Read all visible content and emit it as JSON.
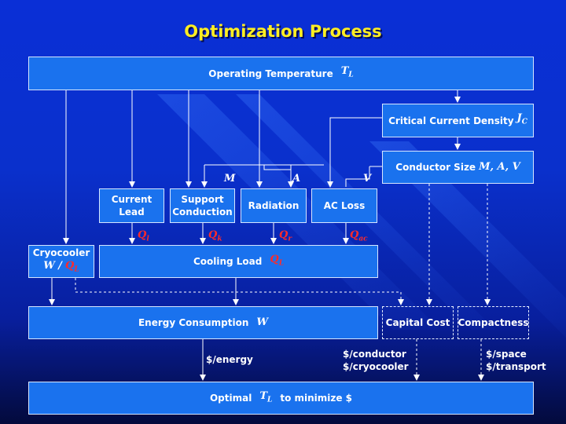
{
  "title": "Optimization Process",
  "boxes": {
    "operating_temperature": {
      "label": "Operating Temperature",
      "symbol": "T",
      "sub": "L"
    },
    "critical_current_density": {
      "label": "Critical Current Density",
      "symbol": "J",
      "sub": "C"
    },
    "conductor_size": {
      "label": "Conductor Size",
      "symbol": "M, A, V"
    },
    "current_lead": {
      "line1": "Current",
      "line2": "Lead"
    },
    "support_conduction": {
      "line1": "Support",
      "line2": "Conduction"
    },
    "radiation": {
      "label": "Radiation"
    },
    "ac_loss": {
      "label": "AC Loss"
    },
    "cryocooler": {
      "line1": "Cryocooler",
      "sym1": "W",
      "slash": "/",
      "sym2": "Q",
      "sym2_sub": "L"
    },
    "cooling_load": {
      "label": "Cooling Load",
      "symbol": "Q",
      "sub": "L"
    },
    "energy_consumption": {
      "label": "Energy Consumption",
      "symbol": "W"
    },
    "capital_cost": {
      "label": "Capital Cost"
    },
    "compactness": {
      "label": "Compactness"
    },
    "optimal": {
      "prefix": "Optimal",
      "symbol": "T",
      "sub": "L",
      "suffix": "to minimize $"
    }
  },
  "flow_labels": {
    "q_lead": {
      "symbol": "Q",
      "sub": "l"
    },
    "q_support": {
      "symbol": "Q",
      "sub": "k"
    },
    "q_radiation": {
      "symbol": "Q",
      "sub": "r"
    },
    "q_ac": {
      "symbol": "Q",
      "sub": "ac"
    }
  },
  "mav_labels": {
    "m": "M",
    "a": "A",
    "v": "V"
  },
  "cost_labels": {
    "energy": "$/energy",
    "conductor": "$/conductor",
    "cryocooler": "$/cryocooler",
    "space": "$/space",
    "transport": "$/transport"
  },
  "colors": {
    "box_fill": "#1a72ee",
    "title": "#ffee22",
    "heat_symbol": "#ff2a2a"
  }
}
